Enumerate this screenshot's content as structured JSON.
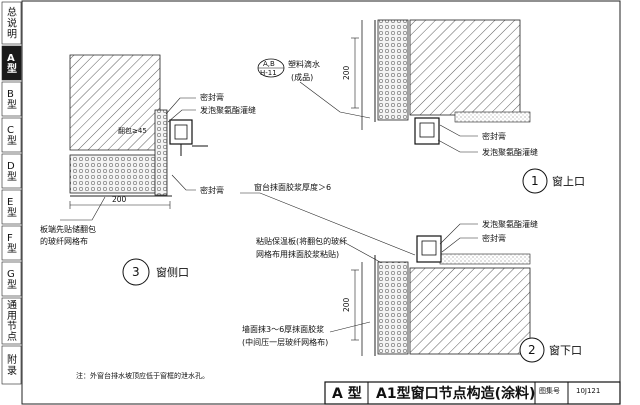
{
  "side_tabs": [
    {
      "label": "总说明"
    },
    {
      "label": "A型",
      "active": true
    },
    {
      "label": "B型"
    },
    {
      "label": "C型"
    },
    {
      "label": "D型"
    },
    {
      "label": "E型"
    },
    {
      "label": "F型"
    },
    {
      "label": "G型"
    },
    {
      "label": "通用节点"
    },
    {
      "label": "附录"
    }
  ],
  "detail_top_right": {
    "ref_mark_top": "A,B",
    "ref_mark_bottom": "H-11",
    "ref_note": "塑料滴水",
    "ref_note_2": "(成品)",
    "dim_200": "200",
    "label_sealant": "密封膏",
    "label_foam": "发泡聚氨酯灌缝",
    "callout_number": "1",
    "callout_title": "窗上口"
  },
  "detail_side": {
    "label_sealant_top": "密封膏",
    "label_foam": "发泡聚氨酯灌缝",
    "label_fold": "翻包≥45",
    "dim_200": "200",
    "label_sealant_bottom": "密封膏",
    "label_mesh_1": "板端先贴储翻包",
    "label_mesh_2": "的玻纤网格布",
    "callout_number": "3",
    "callout_title": "窗侧口"
  },
  "detail_bottom": {
    "label_mortar": "窗台抹面胶浆厚度＞6",
    "label_board_1": "粘贴保温板(将翻包的玻纤",
    "label_board_2": "网格布用抹面胶浆粘贴)",
    "label_foam": "发泡聚氨酯灌缝",
    "label_sealant": "密封膏",
    "dim_200": "200",
    "label_wall_1": "墙面抹3～6厚抹面胶浆",
    "label_wall_2": "(中间压一层玻纤网格布)",
    "callout_number": "2",
    "callout_title": "窗下口"
  },
  "note": "注：外窗台排水坡顶应低于窗框的泄水孔。",
  "title_block": {
    "type_label": "A 型",
    "title": "A1型窗口节点构造(涂料)",
    "atlas_label": "图集号",
    "atlas_code": "10J121"
  }
}
